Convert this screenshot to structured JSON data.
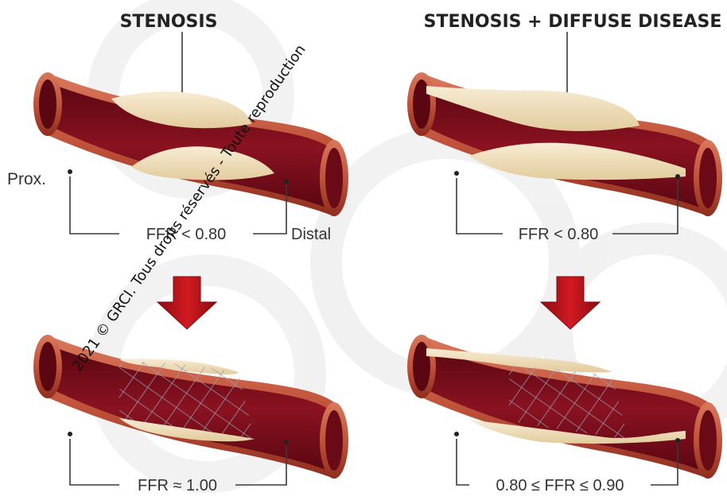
{
  "colors": {
    "vessel_outer": "#c0523a",
    "vessel_outer_dark": "#8f2d1e",
    "lumen": "#7e0f1c",
    "lumen_dark": "#5a0712",
    "plaque": "#ecd9b4",
    "plaque_edge": "#f7ecd3",
    "stent": "#8c8ca6",
    "arrow": "#c0141b",
    "arrow_dark": "#8a0b10"
  },
  "panels": {
    "left": {
      "heading": "STENOSIS",
      "before": {
        "prox_label": "Prox.",
        "distal_label": "Distal",
        "ffr_label": "FFR < 0.80"
      },
      "after": {
        "ffr_label": "FFR ≈ 1.00"
      }
    },
    "right": {
      "heading": "STENOSIS + DIFFUSE DISEASE",
      "before": {
        "ffr_label": "FFR < 0.80"
      },
      "after": {
        "ffr_label": "0.80 ≤ FFR ≤ 0.90"
      }
    }
  },
  "watermark": {
    "text": "2021 © GRCI. Tous droits réservés - Toute reproduction"
  }
}
